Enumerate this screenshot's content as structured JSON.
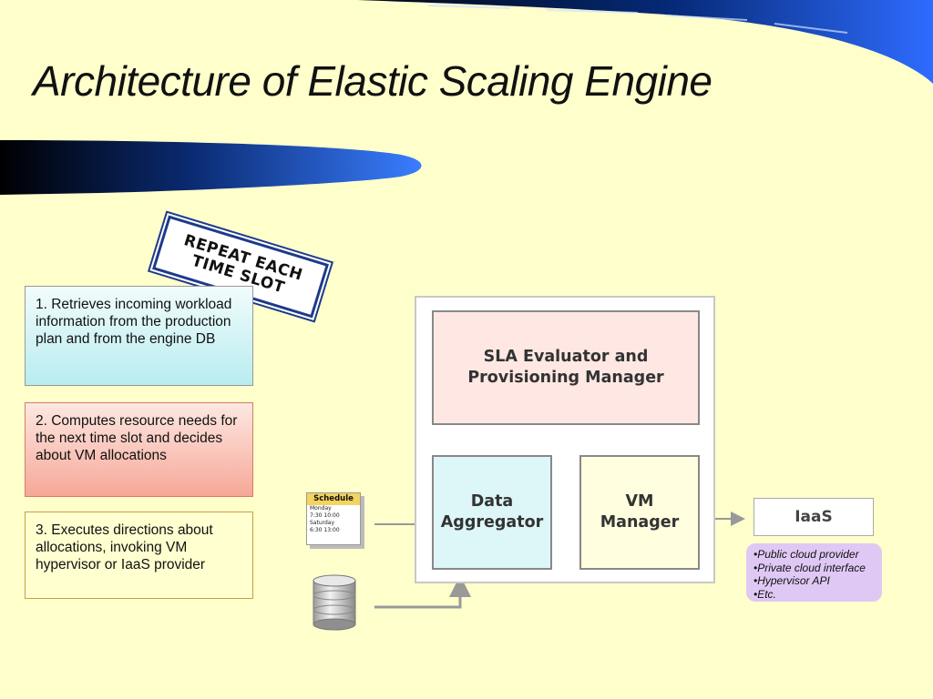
{
  "slide": {
    "title": "Architecture of Elastic Scaling Engine"
  },
  "stamp": {
    "line1": "REPEAT EACH",
    "line2": "TIME SLOT"
  },
  "steps": [
    {
      "text": "1. Retrieves incoming workload information from the production plan and from the engine DB"
    },
    {
      "text": "2. Computes resource needs for the next time slot and decides about VM allocations"
    },
    {
      "text": "3. Executes directions about allocations, invoking VM hypervisor or IaaS provider"
    }
  ],
  "diagram": {
    "sla_line1": "SLA Evaluator and",
    "sla_line2": "Provisioning Manager",
    "agg_line1": "Data",
    "agg_line2": "Aggregator",
    "vm_line1": "VM",
    "vm_line2": "Manager",
    "iaas": "IaaS",
    "providers": [
      "•Public cloud provider",
      "•Private cloud interface",
      "•Hypervisor API",
      "•Etc."
    ]
  },
  "schedule": {
    "header": "Schedule",
    "lines": [
      "Monday",
      "  7:30   10:00",
      "Saturday",
      "  6:30   13:00"
    ]
  },
  "icons": [
    "schedule-icon",
    "database-icon"
  ],
  "colors": {
    "background": "#FFFFCC",
    "accent_blue": "#1d3a8a",
    "sla_fill": "#FFE8E3",
    "aggregator_fill": "#DDF6F7",
    "vm_fill": "#FFFFDF",
    "providers_fill": "#E0C8F4"
  }
}
